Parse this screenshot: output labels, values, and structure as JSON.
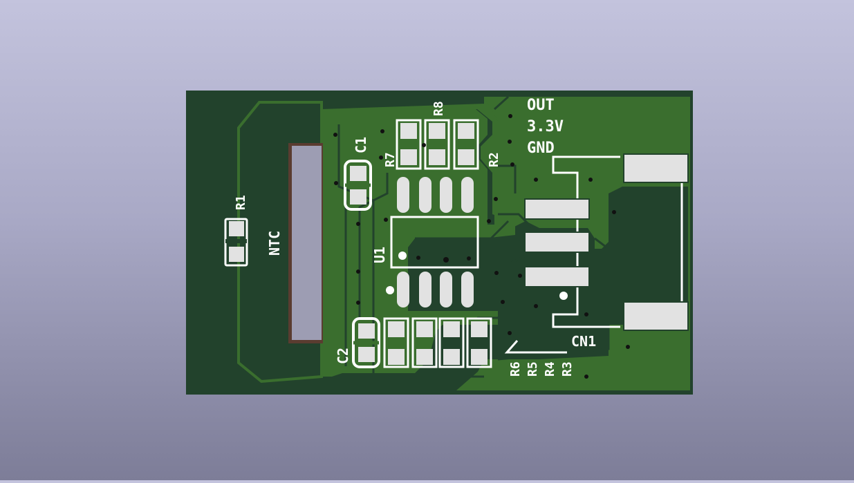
{
  "viewer": {
    "background_top": "#c3c3dd",
    "background_bottom": "#7d7d98"
  },
  "board": {
    "substrate_color": "#22422c",
    "copper_color": "#3a6e2e",
    "silkscreen_color": "#ffffff",
    "pad_color": "#e2e2e2",
    "slot_color": "#9d9db3"
  },
  "labels": {
    "out": "OUT",
    "v33": "3.3V",
    "gnd": "GND",
    "r8": "R8",
    "c1": "C1",
    "r7": "R7",
    "r2": "R2",
    "r1": "R1",
    "ntc": "NTC",
    "u1": "U1",
    "c2": "C2",
    "r6": "R6",
    "r5": "R5",
    "r4": "R4",
    "r3": "R3",
    "cn1": "CN1"
  },
  "icons": {
    "via": "via-hole-icon",
    "pin1": "pin1-marker-icon"
  }
}
